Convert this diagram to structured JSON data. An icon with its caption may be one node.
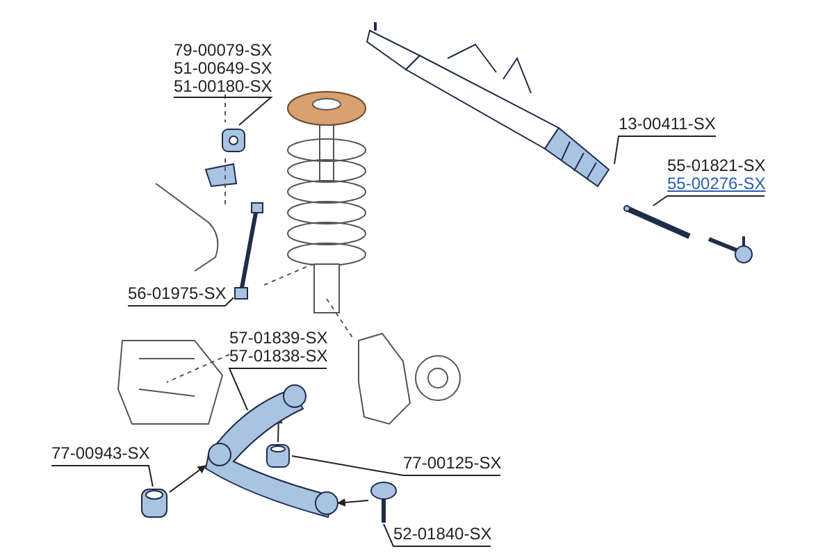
{
  "diagram": {
    "nodes": [
      {
        "text": [
          "79-00079-SX",
          "51-00649-SX",
          "51-00180-SX"
        ]
      },
      {
        "text": [],
        "shape": "picture"
      },
      {
        "text": [
          "56-01975-SX"
        ]
      },
      {
        "text": [],
        "shape": "picture"
      },
      {
        "text": [
          "13-00411-SX"
        ]
      },
      {
        "text": [],
        "shape": "picture"
      },
      {
        "text": [
          "55-01821-SX",
          "55-00276-SX"
        ]
      },
      {
        "text": [],
        "shape": "picture"
      },
      {
        "text": [
          "57-01839-SX",
          "57-01838-SX"
        ]
      },
      {
        "text": [],
        "shape": "picture"
      },
      {
        "text": [
          "77-00943-SX"
        ]
      },
      {
        "text": [],
        "shape": "picture"
      },
      {
        "text": [
          "77-00125-SX"
        ]
      },
      {
        "text": [],
        "shape": "picture"
      },
      {
        "text": [
          "52-01840-SX"
        ]
      },
      {
        "text": [],
        "shape": "picture"
      }
    ],
    "edges": [
      {
        "from": 0,
        "to": 1,
        "arrow": "none"
      },
      {
        "from": 2,
        "to": 3,
        "arrow": "none"
      },
      {
        "from": 4,
        "to": 5,
        "arrow": "none"
      },
      {
        "from": 6,
        "to": 7,
        "arrow": "none"
      },
      {
        "from": 8,
        "to": 9,
        "arrow": "none"
      },
      {
        "from": 10,
        "to": 11,
        "arrow": "none"
      },
      {
        "from": 12,
        "to": 13,
        "arrow": "none"
      },
      {
        "from": 14,
        "to": 15,
        "arrow": "none"
      },
      {
        "from": 11,
        "to": 9,
        "arrow": "to"
      },
      {
        "from": 13,
        "to": 9,
        "arrow": "to"
      },
      {
        "from": 15,
        "to": 9,
        "arrow": "to"
      }
    ]
  }
}
